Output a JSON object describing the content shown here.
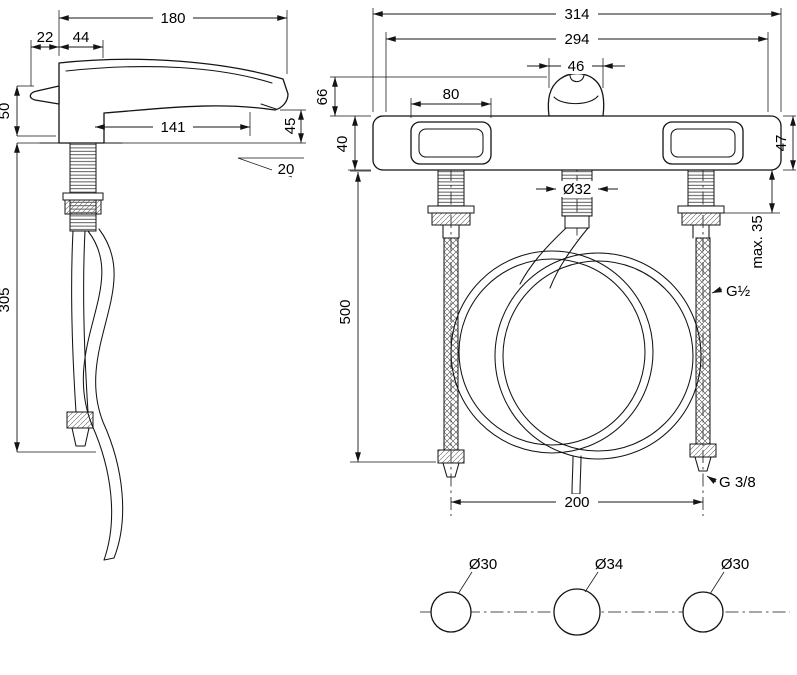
{
  "drawing": {
    "accent_line_color": "#141414",
    "background_color": "#ffffff",
    "side_view": {
      "d180": "180",
      "d22": "22",
      "d44": "44",
      "d50": "50",
      "d141": "141",
      "d45": "45",
      "d20": "20",
      "d305": "305"
    },
    "front_view": {
      "d314": "314",
      "d294": "294",
      "d46": "46",
      "d80": "80",
      "d66": "66",
      "d40": "40",
      "d47": "47",
      "d32": "Ø32",
      "dmax35": "max. 35",
      "d500": "500",
      "dg12": "G½",
      "dg38": "G 3/8",
      "d200": "200"
    },
    "hole_layout": {
      "left": "Ø30",
      "center": "Ø34",
      "right": "Ø30"
    }
  }
}
